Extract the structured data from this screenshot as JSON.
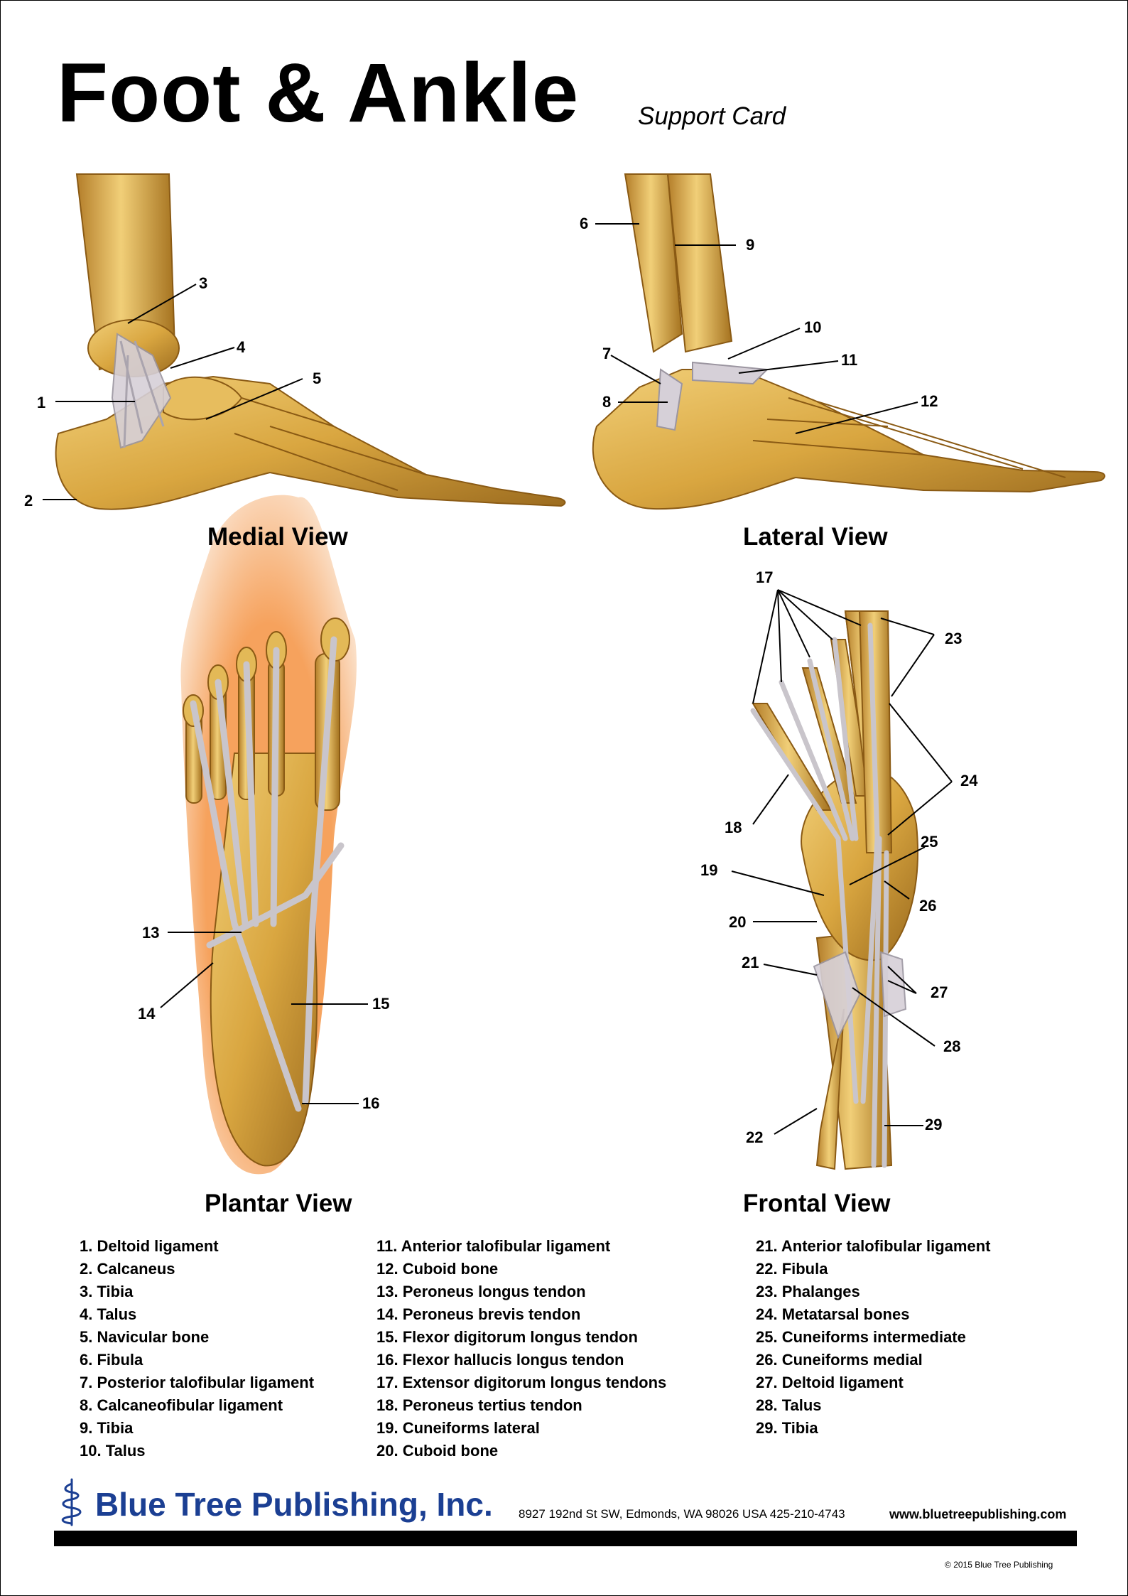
{
  "header": {
    "title": "Foot & Ankle",
    "subtitle": "Support Card"
  },
  "views": {
    "medial": "Medial View",
    "lateral": "Lateral View",
    "plantar": "Plantar View",
    "frontal": "Frontal View"
  },
  "callouts": [
    "1",
    "2",
    "3",
    "4",
    "5",
    "6",
    "7",
    "8",
    "9",
    "10",
    "11",
    "12",
    "13",
    "14",
    "15",
    "16",
    "17",
    "18",
    "19",
    "20",
    "21",
    "22",
    "23",
    "24",
    "25",
    "26",
    "27",
    "28",
    "29"
  ],
  "legend": {
    "col1": [
      "1. Deltoid ligament",
      "2. Calcaneus",
      "3. Tibia",
      "4. Talus",
      "5. Navicular bone",
      "6. Fibula",
      "7. Posterior talofibular ligament",
      "8. Calcaneofibular ligament",
      "9. Tibia",
      "10. Talus"
    ],
    "col2": [
      "11. Anterior talofibular ligament",
      "12. Cuboid bone",
      "13. Peroneus longus tendon",
      "14. Peroneus brevis tendon",
      "15. Flexor digitorum longus tendon",
      "16. Flexor hallucis longus tendon",
      "17. Extensor digitorum longus tendons",
      "18. Peroneus tertius tendon",
      "19. Cuneiforms lateral",
      "20. Cuboid bone"
    ],
    "col3": [
      "21. Anterior talofibular ligament",
      "22. Fibula",
      "23. Phalanges",
      "24. Metatarsal bones",
      "25. Cuneiforms intermediate",
      "26. Cuneiforms medial",
      "27. Deltoid ligament",
      "28. Talus",
      "29. Tibia"
    ]
  },
  "footer": {
    "publisher": "Blue Tree Publishing, Inc.",
    "address": "8927 192nd St SW, Edmonds, WA 98026 USA 425-210-4743",
    "website": "www.bluetreepublishing.com",
    "copyright": "2015 Blue Tree Publishing"
  },
  "colors": {
    "bone": "#d9a640",
    "bone_shadow": "#8a5a14",
    "ligament": "#cfcbd2",
    "skin": "#f0883a",
    "brand_blue": "#1b3f93"
  }
}
